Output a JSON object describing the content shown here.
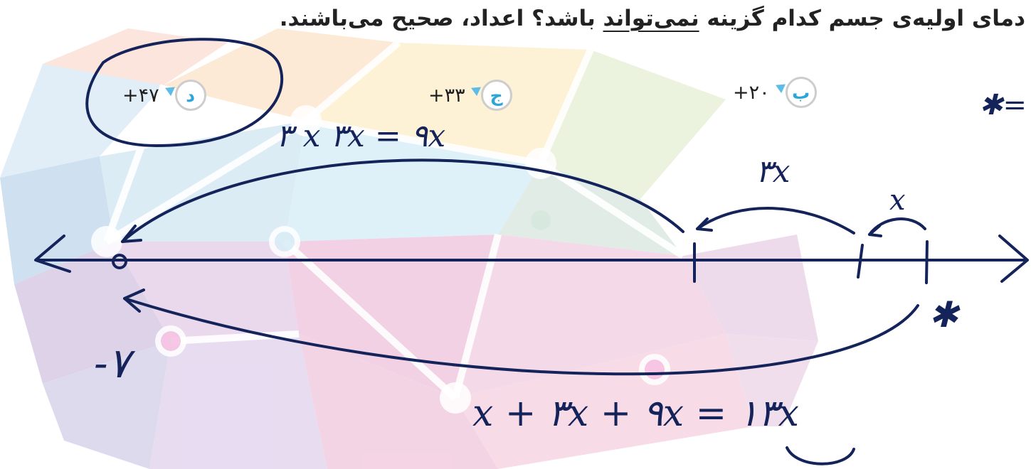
{
  "question": {
    "part1": "دمای اولیه‌ی جسم کدام گزینه ",
    "underlined": "نمی‌تواند",
    "part2": " باشد؟ اعداد، صحیح می‌باشند."
  },
  "options": [
    {
      "letter": "د",
      "value": "+۴۷",
      "circled": true
    },
    {
      "letter": "ج",
      "value": "+۳۳"
    },
    {
      "letter": "ب",
      "value": "+۲۰"
    }
  ],
  "handwriting": {
    "top_arc_label": "۳ x ۳x = ۹x",
    "mid_arc_label": "۳x",
    "small_arc_label": "x",
    "left_value": "-۷",
    "bottom_equation": "x + ۳x + ۹x = ۱۳x",
    "star_mark": "✱",
    "edge_mark": "✱="
  },
  "colors": {
    "ink": "#14235a",
    "badge_text": "#2aa6d8",
    "question_text": "#222222"
  }
}
